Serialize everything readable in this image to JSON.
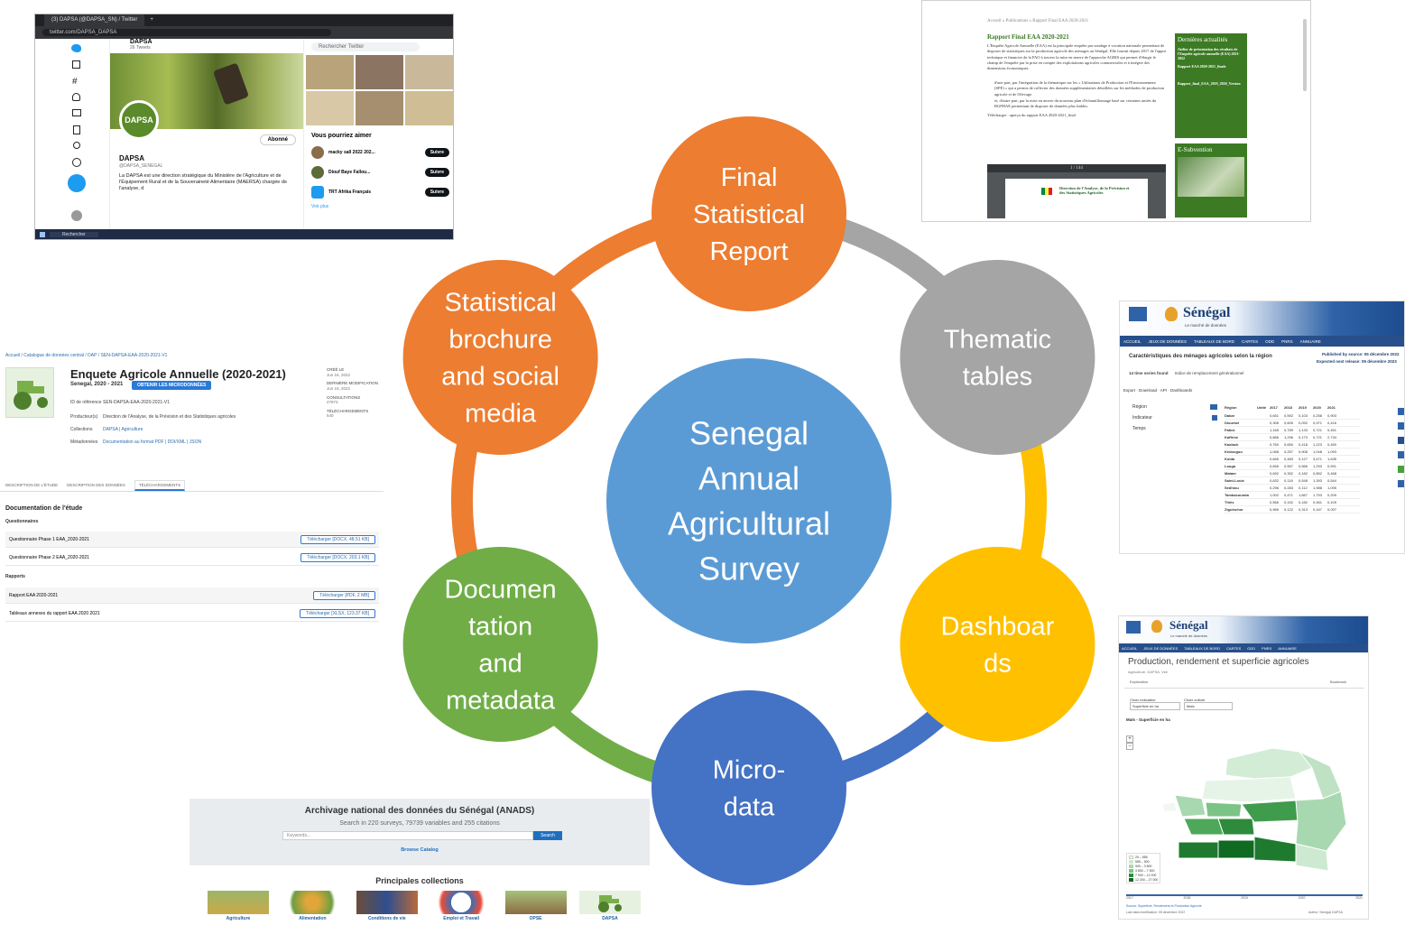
{
  "center": {
    "label": "Senegal\nAnnual\nAgricultural\nSurvey",
    "color": "#5b9bd5"
  },
  "nodes": [
    {
      "key": "report",
      "label": "Final\nStatistical\nReport",
      "color": "#ed7d31"
    },
    {
      "key": "tables",
      "label": "Thematic\ntables",
      "color": "#a5a5a5"
    },
    {
      "key": "dash",
      "label": "Dashboar\nds",
      "color": "#ffc000"
    },
    {
      "key": "micro",
      "label": "Micro-\ndata",
      "color": "#4472c4"
    },
    {
      "key": "docs",
      "label": "Documen\ntation\nand\nmetadata",
      "color": "#70ad47"
    },
    {
      "key": "brochure",
      "label": "Statistical\nbrochure\nand social\nmedia",
      "color": "#ed7d31"
    }
  ],
  "twitter": {
    "tab_title": "(3) DAPSA (@DAPSA_SN) / Twitter",
    "url": "twitter.com/DAPSA_DAPSA",
    "account_name": "DAPSA",
    "tweet_count": "26 Tweets",
    "handle": "@DAPSA_SENEGAL",
    "bio": "La DAPSA est une direction stratégique du Ministère de l'Agriculture et de l'Équipement Rural et de la Souveraineté Alimentaire (MAERSA) chargée de l'analyse, d",
    "following_label": "Abonné",
    "search_placeholder": "Rechercher Twitter",
    "suggestions_title": "Vous pourriez aimer",
    "follow_label": "Suivre",
    "suggestions": [
      "macky sall 2022 202...",
      "Diouf Baye Fallou...",
      "TRT Afrika Français"
    ],
    "show_more": "Voir plus",
    "taskbar_search": "Rechercher"
  },
  "report_page": {
    "breadcrumb": "Accueil » Publications » Rapport Final EAA 2020-2021",
    "title": "Rapport Final EAA 2020-2021",
    "body": "L'Enquête Agricole Annuelle (EAA) est la principale enquête par sondage à vocation nationale permettant de disposer de statistiques sur la production agricole des ménages au Sénégal. Elle fournit depuis 2017 de l'appui technique et financier de la FAO à travers la mise en œuvre de l'approche AGRIS qui permet d'élargir le champ de l'enquête par la prise en compte des exploitations agricoles commerciales et à intégrer des dimensions économiques.",
    "bullet_1": "d'une part, par l'intégration de la thématique sur les « Utilisations de Production et l'Environnement (SPE) » qui a permis de collecter des données supplémentaires détaillées sur les méthodes de production agricole et de l'élevage.",
    "bullet_2": "et, d'autre part, par la mise en œuvre du nouveau plan d'échantillonnage basé sur certaines unités du RGPHAE permettant de disposer de données plus fiables.",
    "download_label": "Télécharger : aperçu du rapport EAA 2020-2021_final",
    "pdf_page": "1 / 144",
    "pdf_org": "Direction de l'Analyse, de la Prévision et des Statistiques Agricoles",
    "news_title": "Dernières actualités",
    "news_1": "Atelier de présentation des résultats de l'Enquête agricole annuelle (EAA) 2021-2022",
    "news_2": "Rapport EAA 2020-2021_finale",
    "news_3": "Rapport_final_EAA_2019_2020_Version",
    "subvention_title": "E-Subvention"
  },
  "study_page": {
    "breadcrumb": "Accueil / Catalogue de données central / DAP / SEN-DAPSA-EAA-2020-2021-V1",
    "title": "Enquete Agricole Annuelle (2020-2021)",
    "subtitle": "Senegal, 2020 - 2021",
    "get_microdata": "OBTENIR LES MICRODONNÉES",
    "id_label": "ID de référence",
    "id_value": "SEN-DAPSA-EAA-2020-2021-V1",
    "producer_label": "Producteur(s)",
    "producer_value": "Direction de l'Analyse, de la Prévision et des Statistiques agricoles",
    "collections_label": "Collections",
    "collections_value": "DAPSA | Agriculture",
    "metadata_label": "Métadonnées",
    "metadata_value": "Documentation au format PDF | DDI/XML | JSON",
    "created_label": "CRÉÉ LE",
    "created_value": "Jun 16, 2022",
    "modified_label": "DERNIÈRE MODIFICATION",
    "modified_value": "Jun 16, 2022",
    "views_label": "CONSULTATIONS",
    "views_value": "47874",
    "downloads_label": "TÉLÉCHARGEMENTS",
    "downloads_value": "540",
    "tab_1": "DESCRIPTION DE L'ÉTUDE",
    "tab_2": "DESCRIPTION DES DONNÉES",
    "tab_3": "TÉLÉCHARGEMENTS",
    "doc_heading": "Documentation de l'étude",
    "questionnaires": "Questionnaires",
    "reports": "Rapports",
    "files": [
      {
        "name": "Questionnaire Phase 1 EAA_2020-2021",
        "btn": "Télécharger [DOCX, 48.51 KB]"
      },
      {
        "name": "Questionnaire Phase 2 EAA_2020-2021",
        "btn": "Télécharger [DOCX, 203.1 KB]"
      },
      {
        "name": "Rapport EAA 2020-2021",
        "btn": "Télécharger [PDF, 2 MB]"
      },
      {
        "name": "Tableaux annexes du rapport EAA 2020 2021",
        "btn": "Télécharger [XLSX, 123.37 KB]"
      }
    ]
  },
  "tables_page": {
    "country": "Sénégal",
    "tagline": "Le marché de données",
    "nav": [
      "ACCUEIL",
      "JEUX DE DONNÉES",
      "TABLEAUX DE BORD",
      "CARTES",
      "ODD",
      "PNRS",
      "ANNUAIRE"
    ],
    "title": "Caractéristiques des ménages agricoles selon la région",
    "published": "Published by source: 05 décembre 2022",
    "next_release": "Expected next release: 05 décembre 2023",
    "series_found": "14 time series found",
    "indicator_note": "Indice de remplacement générationnel",
    "toolbar": "Export ·  Download ·  API ·  Dashboards",
    "filters": [
      "Région",
      "Indicateur",
      "Temps"
    ],
    "col_headers": [
      "Région",
      "Unité",
      "2017",
      "2018",
      "2019",
      "2020",
      "2021"
    ],
    "rows": [
      [
        "Dakar",
        "",
        "0,651",
        "0,592",
        "0,103",
        "0,258",
        "0,903"
      ],
      [
        "Diourbel",
        "",
        "0,306",
        "0,605",
        "0,092",
        "0,971",
        "0,416"
      ],
      [
        "Fatick",
        "",
        "1,165",
        "0,789",
        "1,133",
        "0,721",
        "0,451"
      ],
      [
        "Kaffrine",
        "",
        "0,866",
        "1,296",
        "0,173",
        "0,721",
        "2,734"
      ],
      [
        "Kaolack",
        "",
        "0,760",
        "0,650",
        "0,418",
        "1,223",
        "0,450"
      ],
      [
        "Kédougou",
        "",
        "1,068",
        "0,257",
        "0,908",
        "1,048",
        "1,093"
      ],
      [
        "Kolda",
        "",
        "0,665",
        "0,483",
        "0,127",
        "3,471",
        "1,635"
      ],
      [
        "Louga",
        "",
        "0,655",
        "0,557",
        "0,566",
        "1,293",
        "0,591"
      ],
      [
        "Matam",
        "",
        "0,692",
        "0,352",
        "0,182",
        "0,852",
        "0,468"
      ],
      [
        "Saint-Louis",
        "",
        "0,832",
        "0,118",
        "0,548",
        "1,393",
        "0,544"
      ],
      [
        "Sédhiou",
        "",
        "0,296",
        "0,283",
        "0,112",
        "1,988",
        "1,095"
      ],
      [
        "Tambacounda",
        "",
        "1,002",
        "0,471",
        "1,667",
        "1,793",
        "0,209"
      ],
      [
        "Thiès",
        "",
        "0,566",
        "0,152",
        "0,182",
        "0,461",
        "0,109"
      ],
      [
        "Ziguinchor",
        "",
        "0,966",
        "0,122",
        "0,313",
        "0,167",
        "0,097"
      ]
    ]
  },
  "dash_page": {
    "country": "Sénégal",
    "tagline": "Le marché de données",
    "nav": [
      "ACCUEIL",
      "JEUX DE DONNÉES",
      "TABLEAUX DE BORD",
      "CARTES",
      "ODD",
      "PNRS",
      "ANNUAIRE"
    ],
    "title": "Production, rendement et superficie agricoles",
    "subtitle": "Agriculture, DAPSA, Vee",
    "tab": "Exploration",
    "bookmark": "Bookmark",
    "indicator_label": "Choix indicateur",
    "indicator_value": "Superficie en ha",
    "crop_label": "Choix culture",
    "crop_value": "Maïs",
    "map_title": "Maïs - Superficie en ha",
    "legend": [
      "20 – 555",
      "555 – 900",
      "900 – 3 800",
      "3 800 – 7 900",
      "7 900 – 12 200",
      "12 200 – 27 000"
    ],
    "timeline": [
      "2017",
      "2018",
      "2019",
      "2020",
      "2021"
    ],
    "source": "Source: Superficie, Rendement et Production Agricole",
    "updated": "Last data modification: 05 décembre 2022",
    "author": "Author: Senegal DAPSA"
  },
  "anads_page": {
    "title": "Archivage national des données du Sénégal (ANADS)",
    "search_line": "Search in 220 surveys, 79739 variables and 255 citations",
    "search_placeholder": "Keywords...",
    "search_button": "Search",
    "browse": "Browse Catalog",
    "collections_title": "Principales collections",
    "collections": [
      "Agriculture",
      "Alimentation",
      "Conditions de vie",
      "Emploi et Travail",
      "OPSE",
      "DAPSA"
    ]
  }
}
